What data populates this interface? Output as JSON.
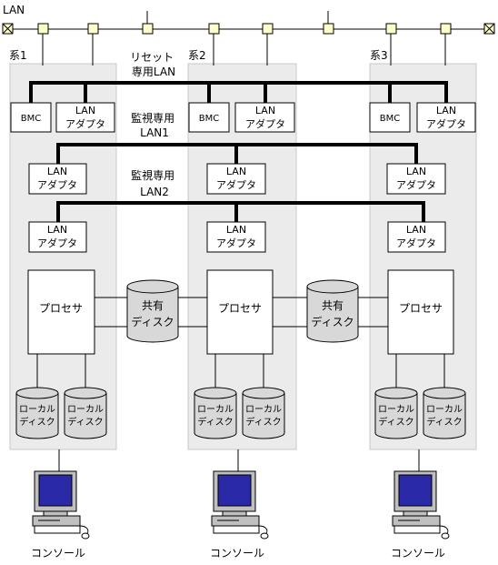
{
  "network": {
    "lan_label": "LAN"
  },
  "systems": [
    {
      "name": "系1"
    },
    {
      "name": "系2"
    },
    {
      "name": "系3"
    }
  ],
  "networks": {
    "reset_lan": [
      "リセット",
      "専用LAN"
    ],
    "monitor_lan1": [
      "監視専用",
      "LAN1"
    ],
    "monitor_lan2": [
      "監視専用",
      "LAN2"
    ]
  },
  "components": {
    "bmc": "BMC",
    "lan_adapter": [
      "LAN",
      "アダプタ"
    ],
    "processor": "プロセサ",
    "shared_disk": [
      "共有",
      "ディスク"
    ],
    "local_disk": [
      "ローカル",
      "ディスク"
    ],
    "console": "コンソール"
  },
  "colors": {
    "group_fill": "#ebebeb",
    "hub_fill": "#ffffcc",
    "disk_fill": "#d8d8d8",
    "monitor_screen": "#2a2aa8",
    "monitor_body": "#c0c0c0"
  }
}
